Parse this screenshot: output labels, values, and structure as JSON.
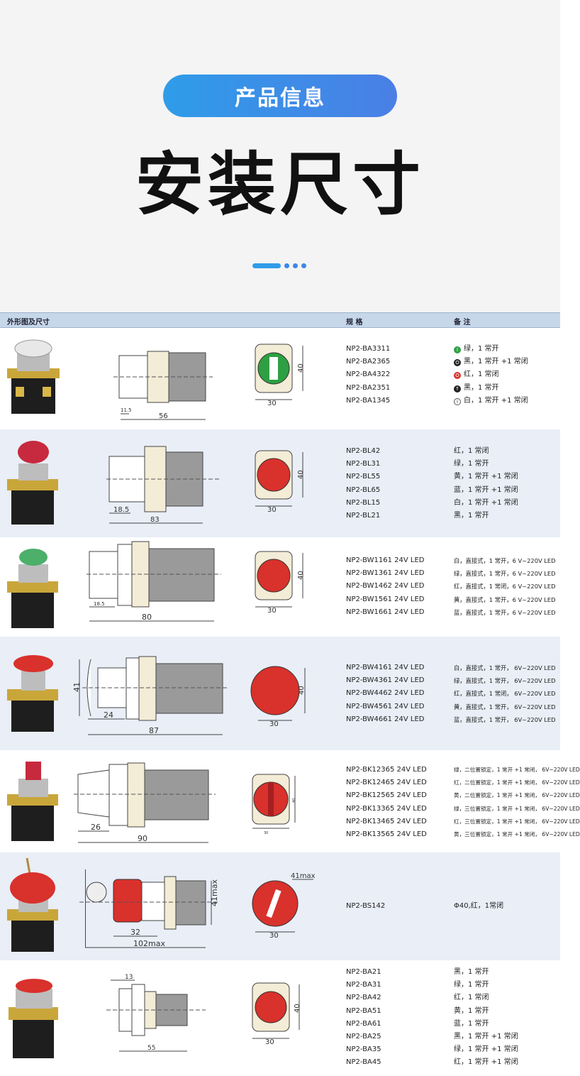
{
  "header": {
    "pill_label": "产品信息",
    "title": "安装尺寸"
  },
  "table": {
    "col_shape": "外形图及尺寸",
    "col_spec": "规 格",
    "col_note": "备 注"
  },
  "rows": [
    {
      "specs": [
        "NP2-BA3311",
        "NP2-BA2365",
        "NP2-BA4322",
        "NP2-BA2351",
        "NP2-BA1345"
      ],
      "notes": [
        "绿，1 常开",
        "黑，1 常开 +1 常闭",
        "红，1 常闭",
        "黑，1 常开",
        "白，1 常开 +1 常闭"
      ],
      "dims": {
        "side_a": "11.5",
        "side_len": "56",
        "front_w": "30",
        "front_h": "40"
      },
      "button_color": "#2ea043"
    },
    {
      "specs": [
        "NP2-BL42",
        "NP2-BL31",
        "NP2-BL55",
        "NP2-BL65",
        "NP2-BL15",
        "NP2-BL21"
      ],
      "notes": [
        "红，1 常闭",
        "绿，1 常开",
        "黄，1 常开 +1 常闭",
        "蓝，1 常开 +1 常闭",
        "白，1 常开 +1 常闭",
        "黑，1 常开"
      ],
      "dims": {
        "side_a": "18.5",
        "side_len": "83",
        "front_w": "30",
        "front_h": "40"
      },
      "button_color": "#d9312c"
    },
    {
      "specs": [
        "NP2-BW1161 24V LED",
        "NP2-BW1361 24V LED",
        "NP2-BW1462 24V LED",
        "NP2-BW1561 24V LED",
        "NP2-BW1661 24V LED"
      ],
      "notes": [
        "白，直接式，1 常开，6 V~220V LED",
        "绿，直接式，1 常开，6 V~220V LED",
        "红，直接式，1 常闭，6 V~220V LED",
        "黄，直接式，1 常开，6 V~220V LED",
        "蓝，直接式，1 常开，6 V~220V LED"
      ],
      "dims": {
        "side_a": "18.5",
        "side_len": "80",
        "front_w": "30",
        "front_h": "40"
      },
      "button_color": "#d9312c"
    },
    {
      "specs": [
        "NP2-BW4161 24V LED",
        "NP2-BW4361 24V LED",
        "NP2-BW4462 24V LED",
        "NP2-BW4561 24V LED",
        "NP2-BW4661 24V LED"
      ],
      "notes": [
        "白，直接式，1 常开， 6V~220V LED",
        "绿，直接式，1 常开， 6V~220V LED",
        "红，直接式，1 常闭， 6V~220V LED",
        "黄，直接式，1 常开， 6V~220V LED",
        "蓝，直接式，1 常开， 6V~220V LED"
      ],
      "dims": {
        "side_a": "24",
        "side_len": "87",
        "side_h": "41",
        "front_w": "30",
        "front_h": "40"
      },
      "button_color": "#d9312c"
    },
    {
      "specs": [
        "NP2-BK12365 24V LED",
        "NP2-BK12465 24V LED",
        "NP2-BK12565 24V LED",
        "NP2-BK13365 24V LED",
        "NP2-BK13465 24V LED",
        "NP2-BK13565 24V LED"
      ],
      "notes": [
        "绿，二位置锁定，1 常开 +1 常闭， 6V~220V LED",
        "红，二位置锁定，1 常开 +1 常闭， 6V~220V LED",
        "黄，二位置锁定，1 常开 +1 常闭， 6V~220V LED",
        "绿，三位置锁定，1 常开 +1 常闭， 6V~220V LED",
        "红，三位置锁定，1 常开 +1 常闭， 6V~220V LED",
        "黄，三位置锁定，1 常开 +1 常闭， 6V~220V LED"
      ],
      "dims": {
        "side_a": "26",
        "side_len": "90",
        "front_w": "30",
        "front_h": "40"
      },
      "button_color": "#d9312c"
    },
    {
      "specs": [
        "NP2-BS142"
      ],
      "notes": [
        "Φ40,红，1常闭"
      ],
      "dims": {
        "side_a": "32",
        "side_len": "102max",
        "side_h": "41max",
        "front_w": "30",
        "front_top": "41max"
      },
      "button_color": "#d9312c"
    },
    {
      "specs": [
        "NP2-BA21",
        "NP2-BA31",
        "NP2-BA42",
        "NP2-BA51",
        "NP2-BA61",
        "NP2-BA25",
        "NP2-BA35",
        "NP2-BA45"
      ],
      "notes": [
        "黑，1 常开",
        "绿，1 常开",
        "红，1 常闭",
        "黄，1 常开",
        "蓝，1 常开",
        "黑，1 常开 +1 常闭",
        "绿，1 常开 +1 常闭",
        "红，1 常开 +1 常闭"
      ],
      "dims": {
        "side_a": "13",
        "side_len": "55",
        "front_w": "30",
        "front_h": "40"
      },
      "button_color": "#d9312c"
    }
  ],
  "icons": [
    "green-o-icon",
    "black-o-icon",
    "red-o-icon",
    "black-arrow-icon",
    "white-info-icon"
  ]
}
